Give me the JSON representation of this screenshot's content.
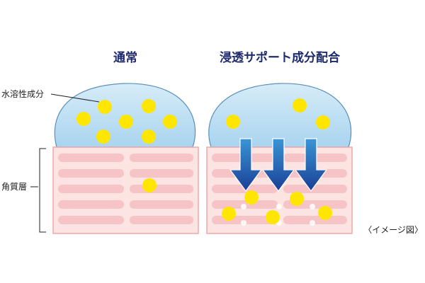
{
  "headings": {
    "left": "通常",
    "right": "浸透サポート成分配合"
  },
  "labels": {
    "water_soluble": "水溶性成分",
    "stratum_corneum": "角質層",
    "image_note": "〈イメージ図〉"
  },
  "colors": {
    "heading": "#1e2a6e",
    "droplet_fill": "#b6ddf3",
    "droplet_stroke": "#5a8fb8",
    "particle": "#ffe600",
    "skin_bg": "#fbe4e2",
    "skin_stroke": "#f0a7a7",
    "skin_cell": "#f6c4c6",
    "arrow_top": "#3a95d6",
    "arrow_bottom": "#1a3f95"
  }
}
